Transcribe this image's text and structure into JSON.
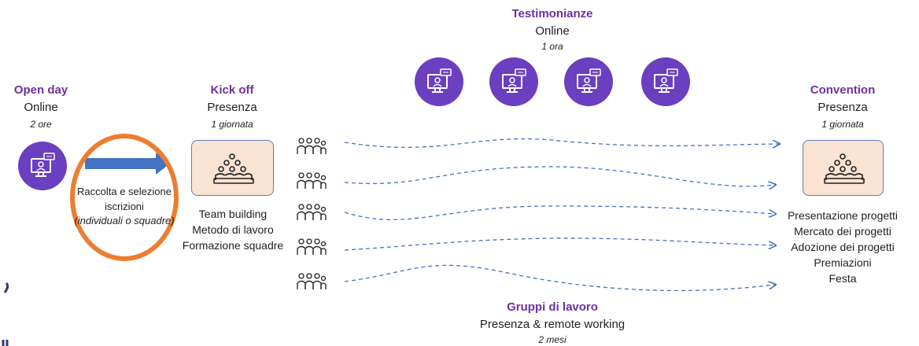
{
  "open_day": {
    "title": "Open day",
    "mode": "Online",
    "duration": "2 ore"
  },
  "kick_off": {
    "title": "Kick off",
    "mode": "Presenza",
    "duration": "1 giornata",
    "activities": [
      "Team building",
      "Metodo di lavoro",
      "Formazione  squadre"
    ]
  },
  "selection": {
    "line1": "Raccolta e selezione",
    "line2": "iscrizioni",
    "line3": "(individuali o squadre)"
  },
  "testimonianze": {
    "title": "Testimonianze",
    "mode": "Online",
    "duration": "1 ora",
    "session_count": 4
  },
  "convention": {
    "title": "Convention",
    "mode": "Presenza",
    "duration": "1 giornata",
    "activities": [
      "Presentazione progetti",
      "Mercato dei progetti",
      "Adozione dei progetti",
      "Premiazioni",
      "Festa"
    ]
  },
  "gruppi": {
    "title": "Gruppi di lavoro",
    "mode": "Presenza & remote working",
    "duration": "2 mesi",
    "team_count": 5
  },
  "colors": {
    "purple_title": "#7030a0",
    "icon_circle": "#6a3fc0",
    "box_fill": "#fbe3d4",
    "box_border": "#5b7fb8",
    "arrow_blue": "#4472c4",
    "orange_ring": "#ed7d31",
    "dashed_blue": "#4472c4"
  },
  "icons": {
    "online": "monitor-video-call-icon",
    "presence": "audience-group-icon",
    "team": "team-people-icon"
  }
}
